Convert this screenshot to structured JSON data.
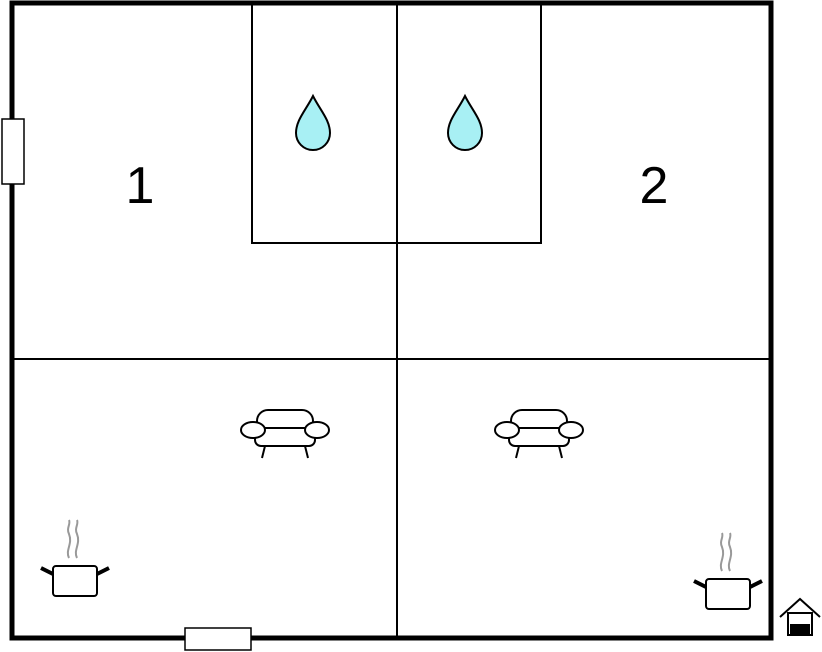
{
  "floorplan": {
    "rooms": [
      {
        "label": "1",
        "type": "bedroom"
      },
      {
        "label": "2",
        "type": "bedroom"
      }
    ],
    "icons": {
      "bathroom": "water-drop-icon",
      "living": "sofa-icon",
      "kitchen": "cooking-pot-icon",
      "entrance": "house-entrance-icon"
    },
    "colors": {
      "walls": "#000000",
      "water": "#a8f0f4",
      "steam": "#888888",
      "background": "#ffffff"
    }
  }
}
